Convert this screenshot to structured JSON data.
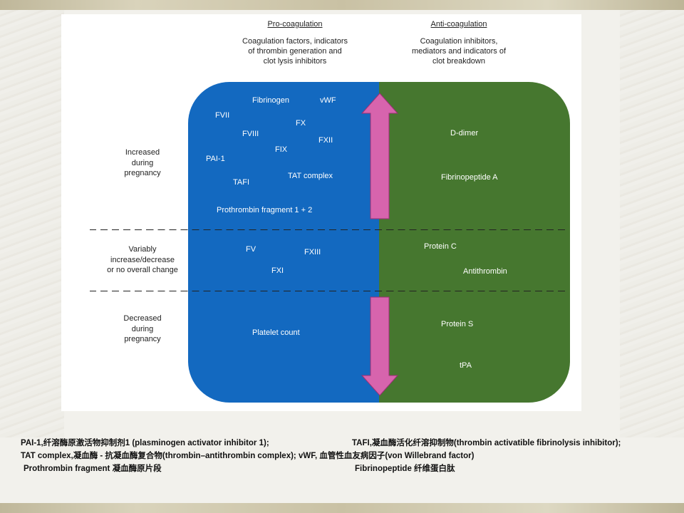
{
  "header": {
    "pro_title": "Pro-coagulation",
    "pro_sub": [
      "Coagulation factors, indicators",
      "of thrombin generation and",
      "clot lysis inhibitors"
    ],
    "anti_title": "Anti-coagulation",
    "anti_sub": [
      "Coagulation inhibitors,",
      "mediators and indicators of",
      "clot breakdown"
    ]
  },
  "rows": {
    "increased": [
      "Increased",
      "during",
      "pregnancy"
    ],
    "variable": [
      "Variably",
      "increase/decrease",
      "or no overall change"
    ],
    "decreased": [
      "Decreased",
      "during",
      "pregnancy"
    ]
  },
  "pro_increased": {
    "fibrinogen": "Fibrinogen",
    "vwf": "vWF",
    "fvii": "FVII",
    "fx": "FX",
    "fviii": "FVIII",
    "fxii": "FXII",
    "fix": "FIX",
    "pai1": "PAI-1",
    "tat": "TAT complex",
    "tafi": "TAFI",
    "prothrombin": "Prothrombin fragment 1 + 2"
  },
  "pro_variable": {
    "fv": "FV",
    "fxiii": "FXIII",
    "fxi": "FXI"
  },
  "pro_decreased": {
    "platelet": "Platelet count"
  },
  "anti_increased": {
    "ddimer": "D-dimer",
    "fibrinopeptide": "Fibrinopeptide A"
  },
  "anti_variable": {
    "proteinc": "Protein C",
    "antithrombin": "Antithrombin"
  },
  "anti_decreased": {
    "proteins": "Protein S",
    "tpa": "tPA"
  },
  "colors": {
    "pro": "#1369c0",
    "anti": "#46772f",
    "arrow": "#d764ad"
  },
  "footer": {
    "line1_left": "PAI-1,纤溶酶原激活物抑制剂1 (plasminogen activator inhibitor 1);",
    "line1_right": "TAFI,凝血酶活化纤溶抑制物(thrombin activatible fibrinolysis inhibitor);",
    "line2": "TAT complex,凝血酶 - 抗凝血酶复合物(thrombin–antithrombin complex);  vWF, 血管性血友病因子(von Willebrand factor)",
    "line3_left": "Prothrombin fragment  凝血酶原片段",
    "line3_right": "Fibrinopeptide  纤维蛋白肽"
  }
}
